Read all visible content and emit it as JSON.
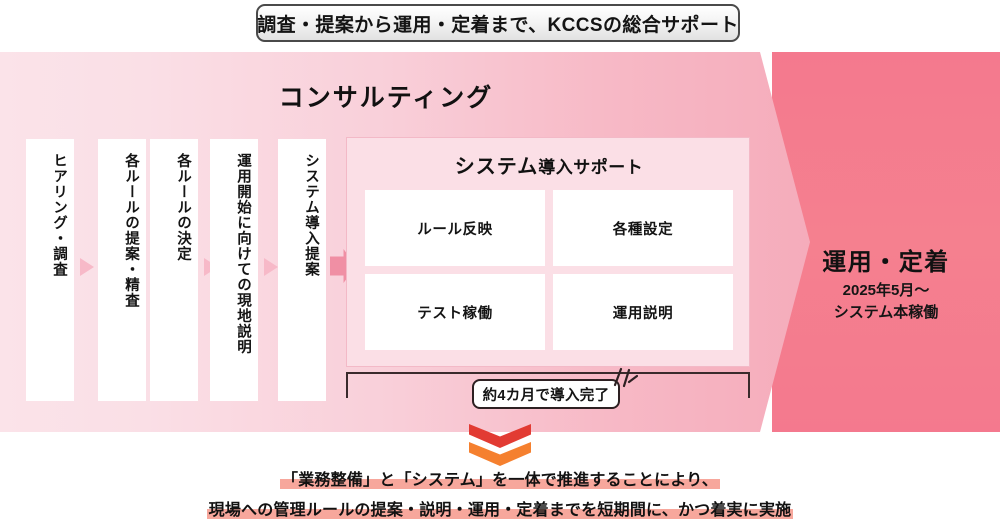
{
  "title_banner": {
    "text": "調査・提案から運用・定着まで、KCCSの総合サポート"
  },
  "band": {
    "consulting_title": "コンサルティング",
    "steps": [
      {
        "label": "ヒアリング・調査"
      },
      {
        "label": "各ルールの提案・精査"
      },
      {
        "label": "各ルールの決定"
      },
      {
        "label": "運用開始に向けての現地説明"
      },
      {
        "label": "システム導入提案"
      }
    ]
  },
  "system_panel": {
    "title_strong": "システム",
    "title_light": "導入サポート",
    "cells": [
      {
        "label": "ルール反映"
      },
      {
        "label": "各種設定"
      },
      {
        "label": "テスト稼働"
      },
      {
        "label": "運用説明"
      }
    ]
  },
  "duration": {
    "label": "約4カ月で導入完了"
  },
  "right_panel": {
    "title": "運用・定着",
    "sub_line1": "2025年5月～",
    "sub_line2": "システム本稼働"
  },
  "statement": {
    "line1": "「業務整備」と「システム」を一体で推進することにより、",
    "line2": "現場への管理ルールの提案・説明・運用・定着までを短期間に、かつ着実に実施"
  },
  "colors": {
    "band_light": "#fbe3e9",
    "band_mid": "#f7b9c6",
    "right_panel": "#f4798e",
    "arrow_big": "#f08fa4",
    "arrow_small": "#f7b9c8",
    "chevron_top": "#e23b33",
    "chevron_bottom": "#f5802f",
    "highlight": "#f7a79c",
    "panel_fill": "#fbdfe6",
    "panel_border": "#f3b9c7"
  }
}
